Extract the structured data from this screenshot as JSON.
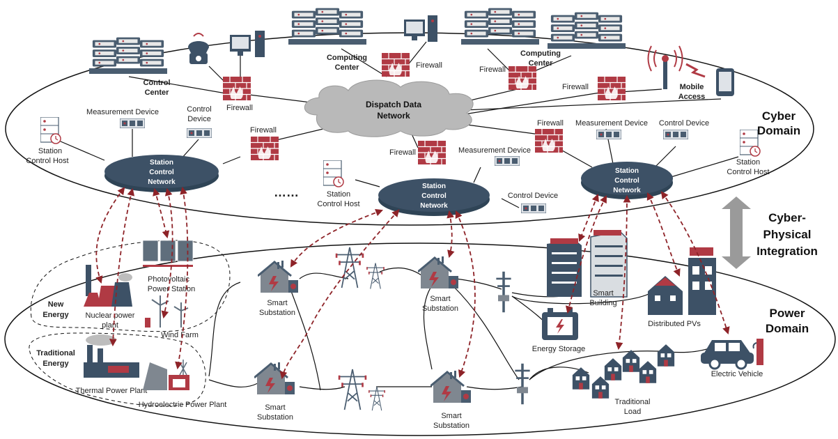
{
  "domains": {
    "cyber": [
      "Cyber",
      "Domain"
    ],
    "integration": [
      "Cyber-",
      "Physical",
      "Integration"
    ],
    "power": [
      "Power",
      "Domain"
    ]
  },
  "cloud": [
    "Dispatch Data",
    "Network"
  ],
  "station_network": [
    "Station",
    "Control",
    "Network"
  ],
  "ellipsis": "……",
  "cyber_labels": {
    "control_center": [
      "Control",
      "Center"
    ],
    "computing_center_left": [
      "Computing",
      "Center"
    ],
    "computing_center_right": [
      "Computing",
      "Center"
    ],
    "mobile_access": [
      "Mobile",
      "Access"
    ],
    "firewall": "Firewall",
    "measurement_device": "Measurement Device",
    "control_device_two_line": [
      "Control",
      "Device"
    ],
    "control_device": "Control Device",
    "station_control_host": [
      "Station",
      "Control Host"
    ]
  },
  "power_labels": {
    "new_energy": [
      "New",
      "Energy"
    ],
    "traditional_energy": [
      "Traditional",
      "Energy"
    ],
    "photovoltaic": [
      "Photovoltaic",
      "Power Station"
    ],
    "nuclear": [
      "Nuclear power",
      "plant"
    ],
    "wind_farm": "Wind Farm",
    "thermal": "Thermal Power Plant",
    "hydro": "Hydroelectric Power Plant",
    "smart_substation": [
      "Smart",
      "Substation"
    ],
    "smart_building": [
      "Smart",
      "Building"
    ],
    "distributed_pvs": "Distributed PVs",
    "energy_storage": "Energy Storage",
    "traditional_load": [
      "Traditional",
      "Load"
    ],
    "electric_vehicle": "Electric Vehicle"
  },
  "colors": {
    "accent_red": "#b03a44",
    "arrow_red": "#8e2328",
    "slate": "#3d5166",
    "cloud": "#b9b9b9",
    "integration_arrow": "#9a9a9a"
  }
}
